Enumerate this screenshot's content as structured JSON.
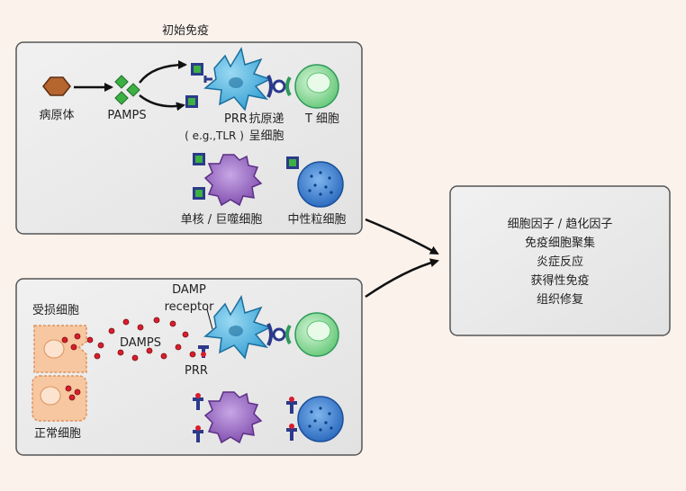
{
  "innate_panel": {
    "title": "初始免疫",
    "pathogen_label": "病原体",
    "pamps_label": "PAMPS",
    "prr_label": "PRR",
    "prr_example": "( e.g.,TLR )",
    "apc_label_line1": "抗原递",
    "apc_label_line2": "呈细胞",
    "tcell_label": "T 细胞",
    "monocyte_label": "单核 / 巨噬细胞",
    "neutrophil_label": "中性粒细胞"
  },
  "damage_panel": {
    "damaged_label": "受损细胞",
    "normal_label": "正常细胞",
    "damps_label": "DAMPS",
    "damp_receptor_line1": "DAMP",
    "damp_receptor_line2": "receptor",
    "prr_label": "PRR"
  },
  "outcome_box": {
    "items": [
      "细胞因子 / 趋化因子",
      "免疫细胞聚集",
      "炎症反应",
      "获得性免疫",
      "组织修复"
    ]
  },
  "colors": {
    "panel_fill": "#ececec",
    "panel_stroke": "#555555",
    "pathogen": "#b5652e",
    "pamp_green": "#3cb043",
    "apc_cyan": "#3fa9d8",
    "tcell_green": "#7fd38f",
    "monocyte_purple": "#9a6bc2",
    "neutrophil_blue": "#2f73c9",
    "receptor_navy": "#2b3a8a",
    "damp_red": "#d81e2c",
    "damaged_cell": "#f6c7a0"
  }
}
